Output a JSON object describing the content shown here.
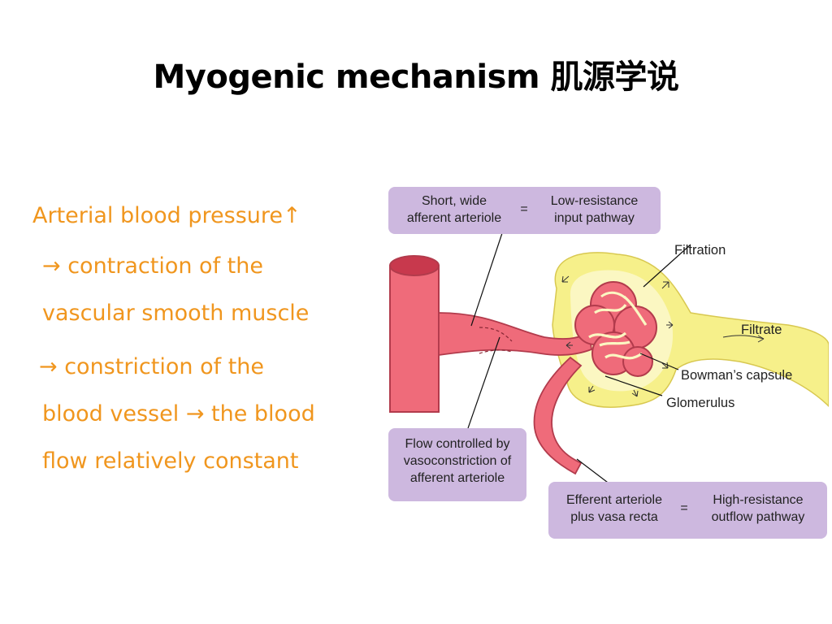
{
  "slide": {
    "title": "Myogenic mechanism 肌源学说",
    "text_color": "#f0961e",
    "lines": [
      "Arterial blood  pressure↑",
      "→    contraction of the",
      "vascular smooth muscle",
      "→   constriction of the",
      "blood vessel  → the blood",
      "flow relatively constant"
    ]
  },
  "diagram": {
    "box_color": "#cdb8df",
    "vessel_color": "#ef6b7a",
    "capsule_color": "#f6f08a",
    "top_box": {
      "left": "Short, wide\nafferent arteriole",
      "eq": "=",
      "right": "Low-resistance\ninput pathway"
    },
    "left_box": "Flow controlled by\nvasoconstriction of\nafferent arteriole",
    "bottom_box": {
      "left": "Efferent arteriole\nplus vasa recta",
      "eq": "=",
      "right": "High-resistance\noutflow pathway"
    },
    "labels": {
      "filtration": "Filtration",
      "filtrate": "Filtrate",
      "bowmans": "Bowman’s capsule",
      "glomerulus": "Glomerulus"
    }
  }
}
